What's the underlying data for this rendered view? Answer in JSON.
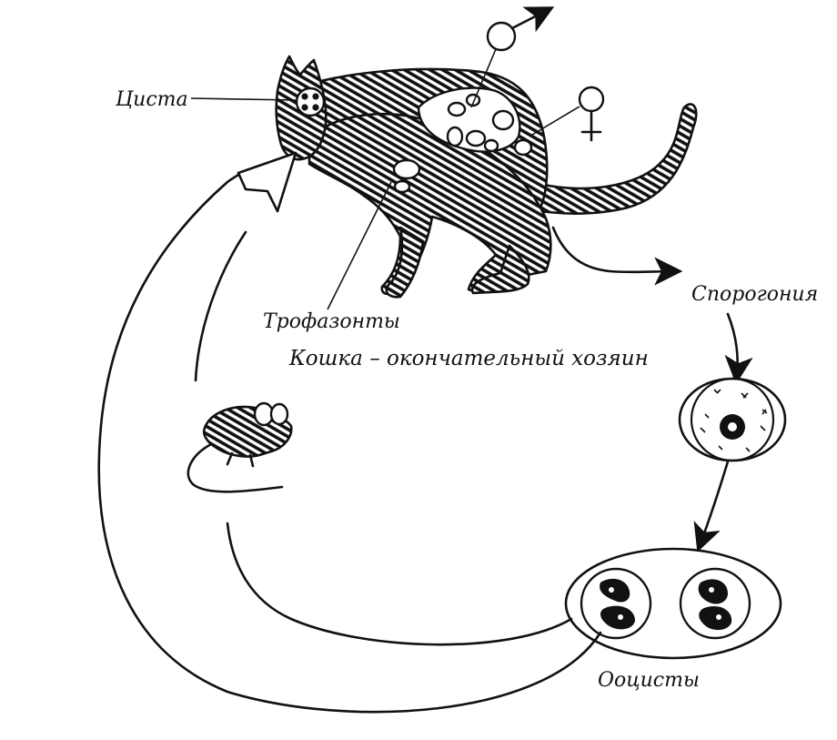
{
  "labels": {
    "cyst": "Циста",
    "trophozoites": "Трофазонты",
    "host_caption": "Кошка – окончательный хозяин",
    "sporogony": "Спорогония",
    "oocysts": "Ооцисты"
  },
  "colors": {
    "ink": "#111111",
    "background": "#ffffff"
  },
  "icons": [
    "cat-illustration",
    "mouse-illustration",
    "male-gamete-icon",
    "female-gamete-icon",
    "cyst-icon",
    "sporulating-oocyst-icon",
    "oocyst-pair-icon"
  ]
}
